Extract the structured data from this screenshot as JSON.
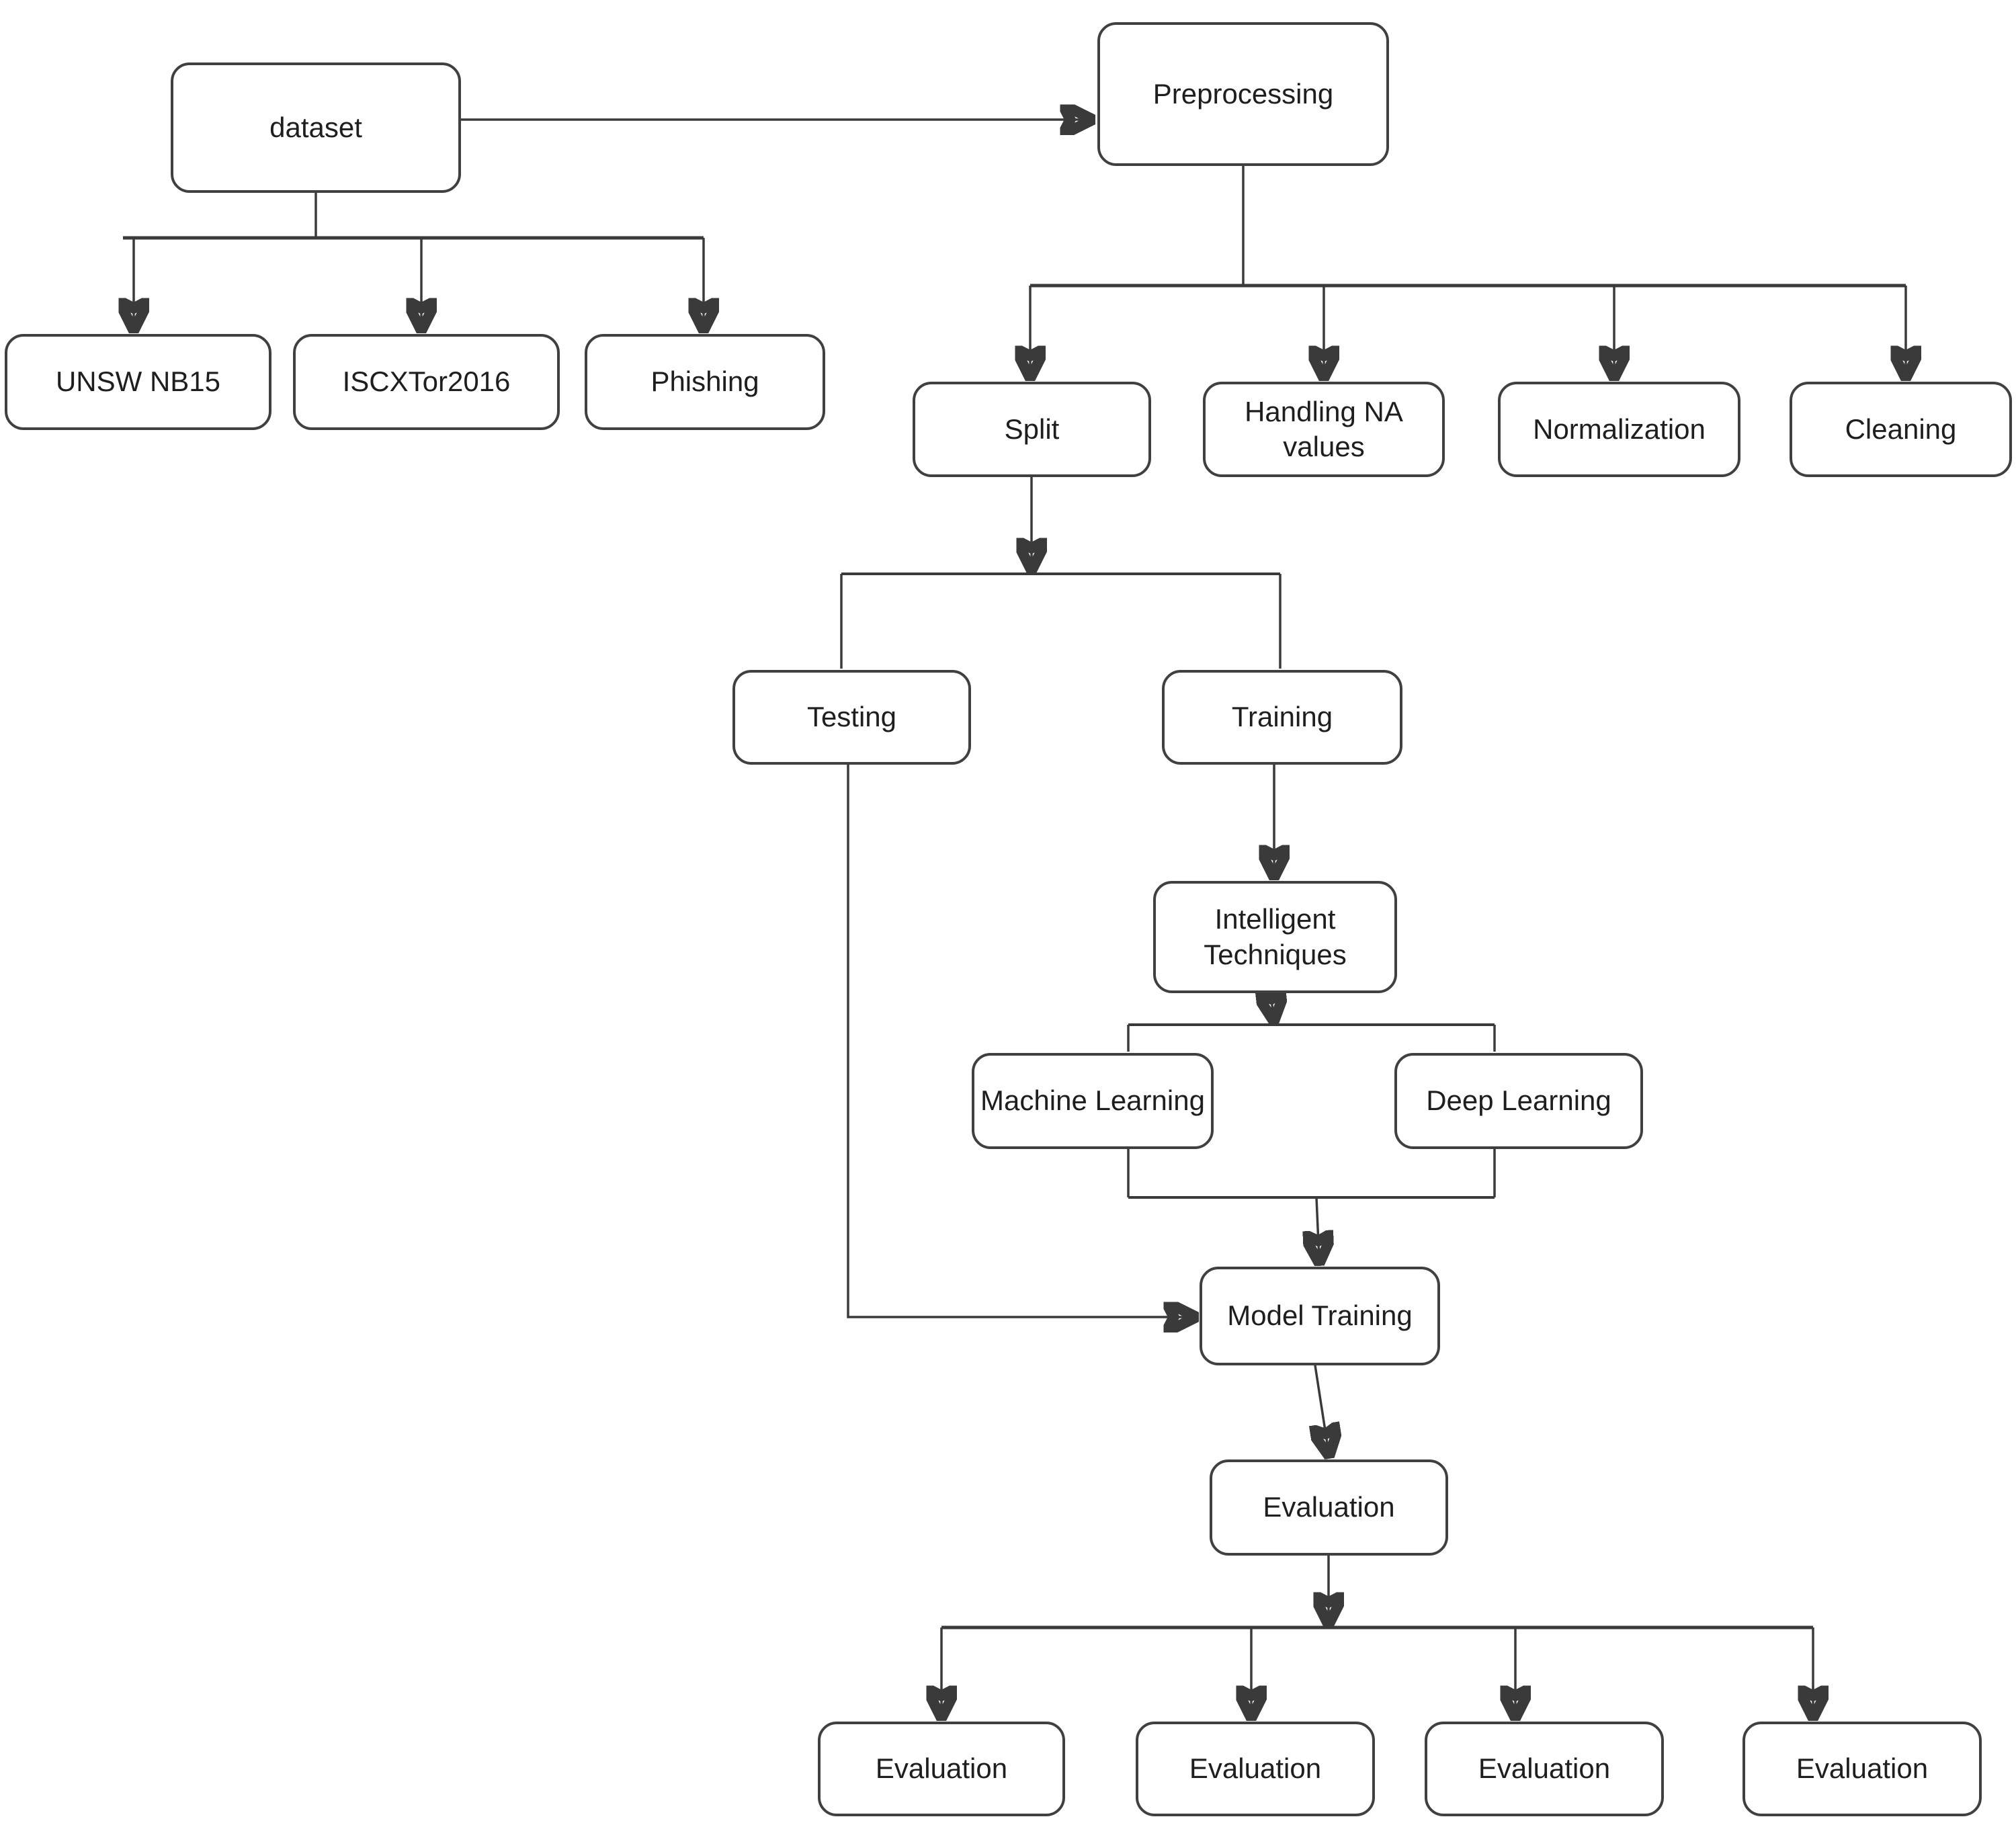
{
  "diagram": {
    "background_color": "#ffffff",
    "box_border_color": "#404040",
    "connector_color": "#3a3a3a",
    "text_color": "#1e1e1e",
    "nodes": {
      "dataset": {
        "label": "dataset"
      },
      "preprocessing": {
        "label": "Preprocessing"
      },
      "unsw_nb15": {
        "label": "UNSW NB15"
      },
      "iscxtor2016": {
        "label": "ISCXTor2016"
      },
      "phishing": {
        "label": "Phishing"
      },
      "split": {
        "label": "Split"
      },
      "handling_na": {
        "label": "Handling NA values"
      },
      "normalization": {
        "label": "Normalization"
      },
      "cleaning": {
        "label": "Cleaning"
      },
      "testing": {
        "label": "Testing"
      },
      "training": {
        "label": "Training"
      },
      "intelligent_techniques": {
        "label": "Intelligent Techniques"
      },
      "machine_learning": {
        "label": "Machine Learning"
      },
      "deep_learning": {
        "label": "Deep Learning"
      },
      "model_training": {
        "label": "Model Training"
      },
      "evaluation": {
        "label": "Evaluation"
      },
      "evaluation_child_1": {
        "label": "Evaluation"
      },
      "evaluation_child_2": {
        "label": "Evaluation"
      },
      "evaluation_child_3": {
        "label": "Evaluation"
      },
      "evaluation_child_4": {
        "label": "Evaluation"
      }
    },
    "edges": [
      {
        "from": "dataset",
        "to": "preprocessing"
      },
      {
        "from": "dataset",
        "to": "unsw_nb15"
      },
      {
        "from": "dataset",
        "to": "iscxtor2016"
      },
      {
        "from": "dataset",
        "to": "phishing"
      },
      {
        "from": "preprocessing",
        "to": "split"
      },
      {
        "from": "preprocessing",
        "to": "handling_na"
      },
      {
        "from": "preprocessing",
        "to": "normalization"
      },
      {
        "from": "preprocessing",
        "to": "cleaning"
      },
      {
        "from": "split",
        "to": "testing"
      },
      {
        "from": "split",
        "to": "training"
      },
      {
        "from": "training",
        "to": "intelligent_techniques"
      },
      {
        "from": "intelligent_techniques",
        "to": "machine_learning"
      },
      {
        "from": "intelligent_techniques",
        "to": "deep_learning"
      },
      {
        "from": "machine_learning",
        "to": "model_training"
      },
      {
        "from": "deep_learning",
        "to": "model_training"
      },
      {
        "from": "testing",
        "to": "model_training"
      },
      {
        "from": "model_training",
        "to": "evaluation"
      },
      {
        "from": "evaluation",
        "to": "evaluation_child_1"
      },
      {
        "from": "evaluation",
        "to": "evaluation_child_2"
      },
      {
        "from": "evaluation",
        "to": "evaluation_child_3"
      },
      {
        "from": "evaluation",
        "to": "evaluation_child_4"
      }
    ]
  }
}
